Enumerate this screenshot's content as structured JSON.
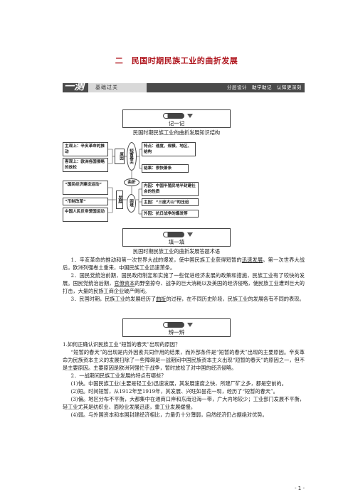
{
  "title": "二　民国时期民族工业的曲折发展",
  "banner": {
    "main": "一测",
    "sub": "基础过关",
    "tags": "分层设计　助学助记　认知更深刻"
  },
  "section1": {
    "label": "记一记",
    "caption": "民国时期民族工业的曲折发展知识结构"
  },
  "diagram": {
    "subj": "主观上：辛亥革命的推动",
    "obj": "客观上：欧洲各国侵略的放松",
    "cause": "原因",
    "spring": "短暂春天",
    "feature": "特点：速度、规模、地区、结构",
    "result": "结果：很快萧条",
    "twist": "曲折",
    "econ": "“国民经济建设运动”",
    "currency": "“币制改革”",
    "resist": "中国人民反帝爱国运动",
    "develop": "发展",
    "plight": "困境",
    "inner": "内因：中国半殖民地半封建社会的性质",
    "main": "主因：“三座大山”的压迫",
    "outer": "外因：抗日战争的爆发等"
  },
  "section2": {
    "label": "填一填",
    "caption": "民国时期民族工业的曲折发展答题术语"
  },
  "fill": {
    "p1a": "1．辛亥革命的推动和第一次世界大战的爆发，使中国民族工业获得短暂的",
    "p1u": "迅速发展",
    "p1b": "。第一次世界大战后，欧洲列强卷土重来，中国民族工业迅速萧条。",
    "p2a": "2．国民党统治前期，国民政府制定和实施了一些促进经济发展的政策和措施，民族工业有了较快的发展。国民党统治后期，",
    "p2u": "官僚资本",
    "p2b": "的野蛮掠夺、战争的巨大消耗以及美国的经济侵略，使民族工业遭到巨大的打击，大量的民族工商企业破产倒闭。",
    "p3a": "3．民国时期，民族工业的发展经历了",
    "p3u": "曲折",
    "p3b": "的过程，在不同历史阶段，民族工业的发展各有不同的表现。"
  },
  "section3": {
    "label": "辨一辨"
  },
  "qa": {
    "q1": "1.如何正确认识民族工业“短暂的春天”出现的原因？",
    "a1": "“短暂的春天”的出现是内外因素共同作用的结果，而外部条件是“短暂的春天”出现的主要原因。辛亥革命为民族资本主义的发展扫除了一些障碍是一战期间中国民族资本主义出现“短暂的春天”的原因之一，但不是主要原因。主要原因是欧洲列强忙于战争，暂时放松了对中国的经济侵略。",
    "q2": "2．一战期间民族工业发展的特点有哪些？",
    "a2_1": "(1)快。中国民族工业(主要是轻工业)迅速发展，其发展速度之快，所建厂矿之多，都是空前的。",
    "a2_2": "(2)短。时间短暂，从1912年至1919年，其发展、兴旺如昙花一现，经历了“短暂的春天”。",
    "a2_3": "(3)偏。地区分布不平衡，大都集中在通商口岸和东南沿海一带，广大内地较少；工业部门发展不平衡，轻工业尤其是纺织业、面粉业发展迅速，重工业发展缓慢。",
    "a2_4": "(4)弱。与外国资本和本国封建经济相比，力量仍十分薄弱，自然经济仍占据绝对优势。"
  },
  "page_number": "- 1 -"
}
